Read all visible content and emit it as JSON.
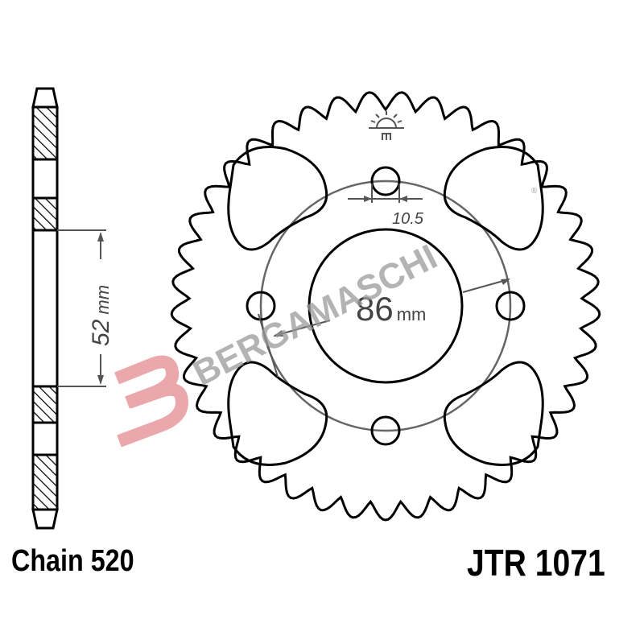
{
  "drawing": {
    "type": "rear-sprocket-technical-drawing",
    "teeth_count_visible": 41,
    "bolt_holes": 4,
    "lightening_slots": 4
  },
  "dimensions": {
    "bore_diameter_value": "86",
    "bore_diameter_unit": "mm",
    "bolt_hole_diameter": "10.5",
    "profile_offset_value": "52",
    "profile_offset_unit": "mm"
  },
  "labels": {
    "chain": "Chain 520",
    "part_number": "JTR 1071"
  },
  "watermark": {
    "brand": "BERGAMASCHI",
    "registered_mark": "®",
    "logo_letter": "B",
    "logo_color": "#e89a9e",
    "text_color": "#9a9a9a"
  },
  "icons": {
    "manufacturer_mark": "jt-sun-logo-icon"
  },
  "colors": {
    "line": "#000000",
    "dimension_line": "#555555",
    "background": "#ffffff"
  }
}
